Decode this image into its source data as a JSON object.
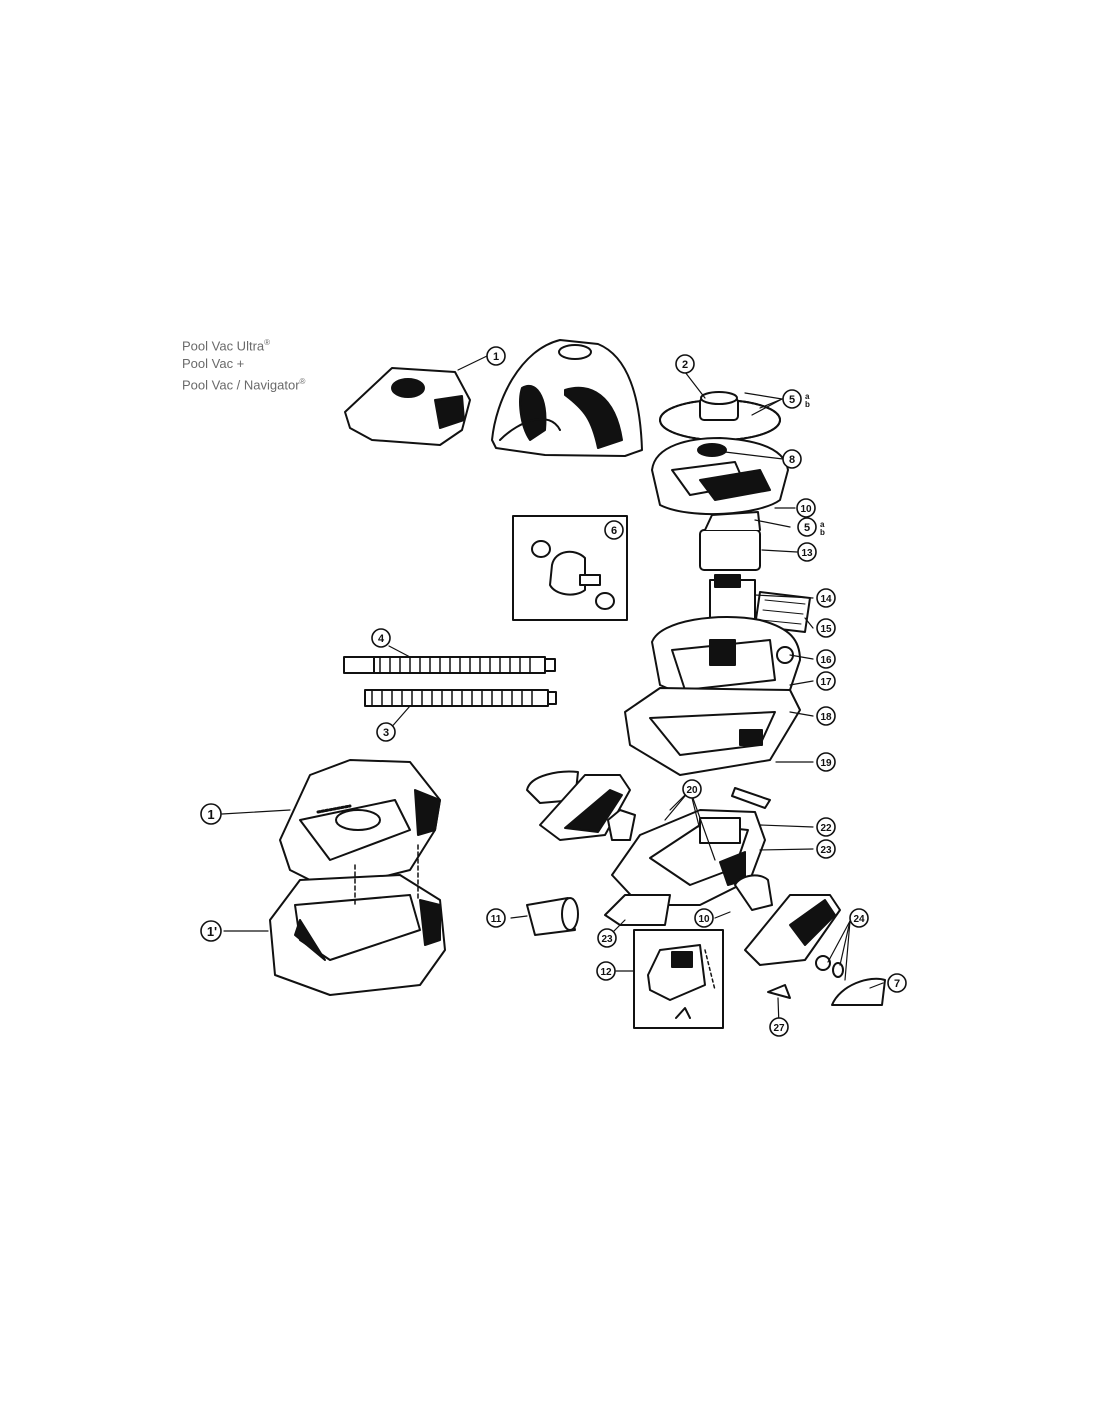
{
  "header": {
    "model_lines": [
      "Pool Vac Ultra",
      "Pool Vac +",
      "Pool Vac / Navigator"
    ],
    "registered_mark": "®"
  },
  "callouts": {
    "c1_top": "1",
    "c2": "2",
    "c5_top": "5",
    "c5_top_sub_a": "a",
    "c5_top_sub_b": "b",
    "c8": "8",
    "c10_top": "10",
    "c5_mid": "5",
    "c5_mid_sub_a": "a",
    "c5_mid_sub_b": "b",
    "c13": "13",
    "c6": "6",
    "c14": "14",
    "c15": "15",
    "c16": "16",
    "c17": "17",
    "c18": "18",
    "c19": "19",
    "c4": "4",
    "c3": "3",
    "c1_left": "1",
    "c1_prime": "1'",
    "c20": "20",
    "c22": "22",
    "c23_right": "23",
    "c11": "11",
    "c23_bottom": "23",
    "c10_bottom": "10",
    "c24": "24",
    "c12": "12",
    "c7": "7",
    "c27": "27"
  }
}
